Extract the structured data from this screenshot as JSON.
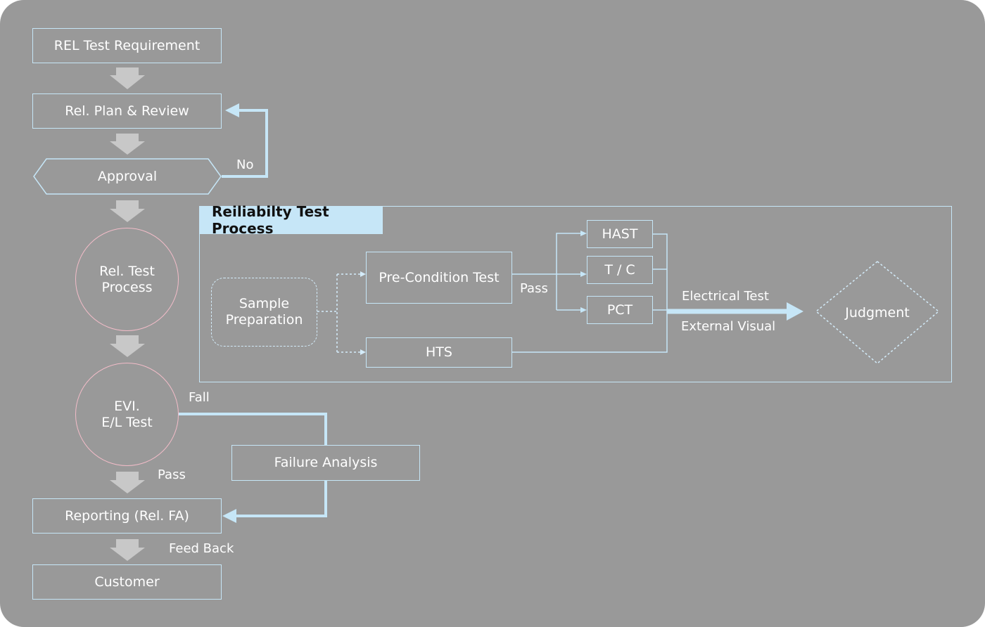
{
  "flow": {
    "requirement": "REL Test Requirement",
    "plan_review": "Rel. Plan & Review",
    "approval": "Approval",
    "no_label": "No",
    "rel_test_process": "Rel. Test\nProcess",
    "evi_test": "EVI.\nE/L Test",
    "fall_label": "Fall",
    "failure_analysis": "Failure Analysis",
    "pass_label": "Pass",
    "reporting": "Reporting (Rel. FA)",
    "feedback_label": "Feed Back",
    "customer": "Customer"
  },
  "process": {
    "title": "Reiliabilty Test Process",
    "sample_preparation": "Sample\nPreparation",
    "pre_condition": "Pre-Condition Test",
    "hts": "HTS",
    "pass_label": "Pass",
    "hast": "HAST",
    "tc": "T / C",
    "pct": "PCT",
    "electrical_test": "Electrical Test",
    "external_visual": "External Visual",
    "judgment": "Judgment"
  },
  "colors": {
    "background": "#999999",
    "line": "#c6e6f7",
    "circle_border": "#f2bcc8",
    "down_arrow": "#c8c8c8"
  }
}
